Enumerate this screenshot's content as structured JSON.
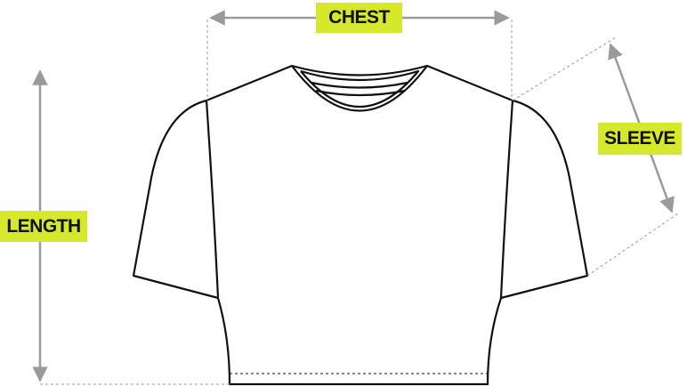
{
  "labels": {
    "chest": "CHEST",
    "length": "LENGTH",
    "sleeve": "SLEEVE"
  },
  "colors": {
    "label_bg": "#d5e82b",
    "arrow": "#9a9a9a",
    "outline": "#111111"
  }
}
